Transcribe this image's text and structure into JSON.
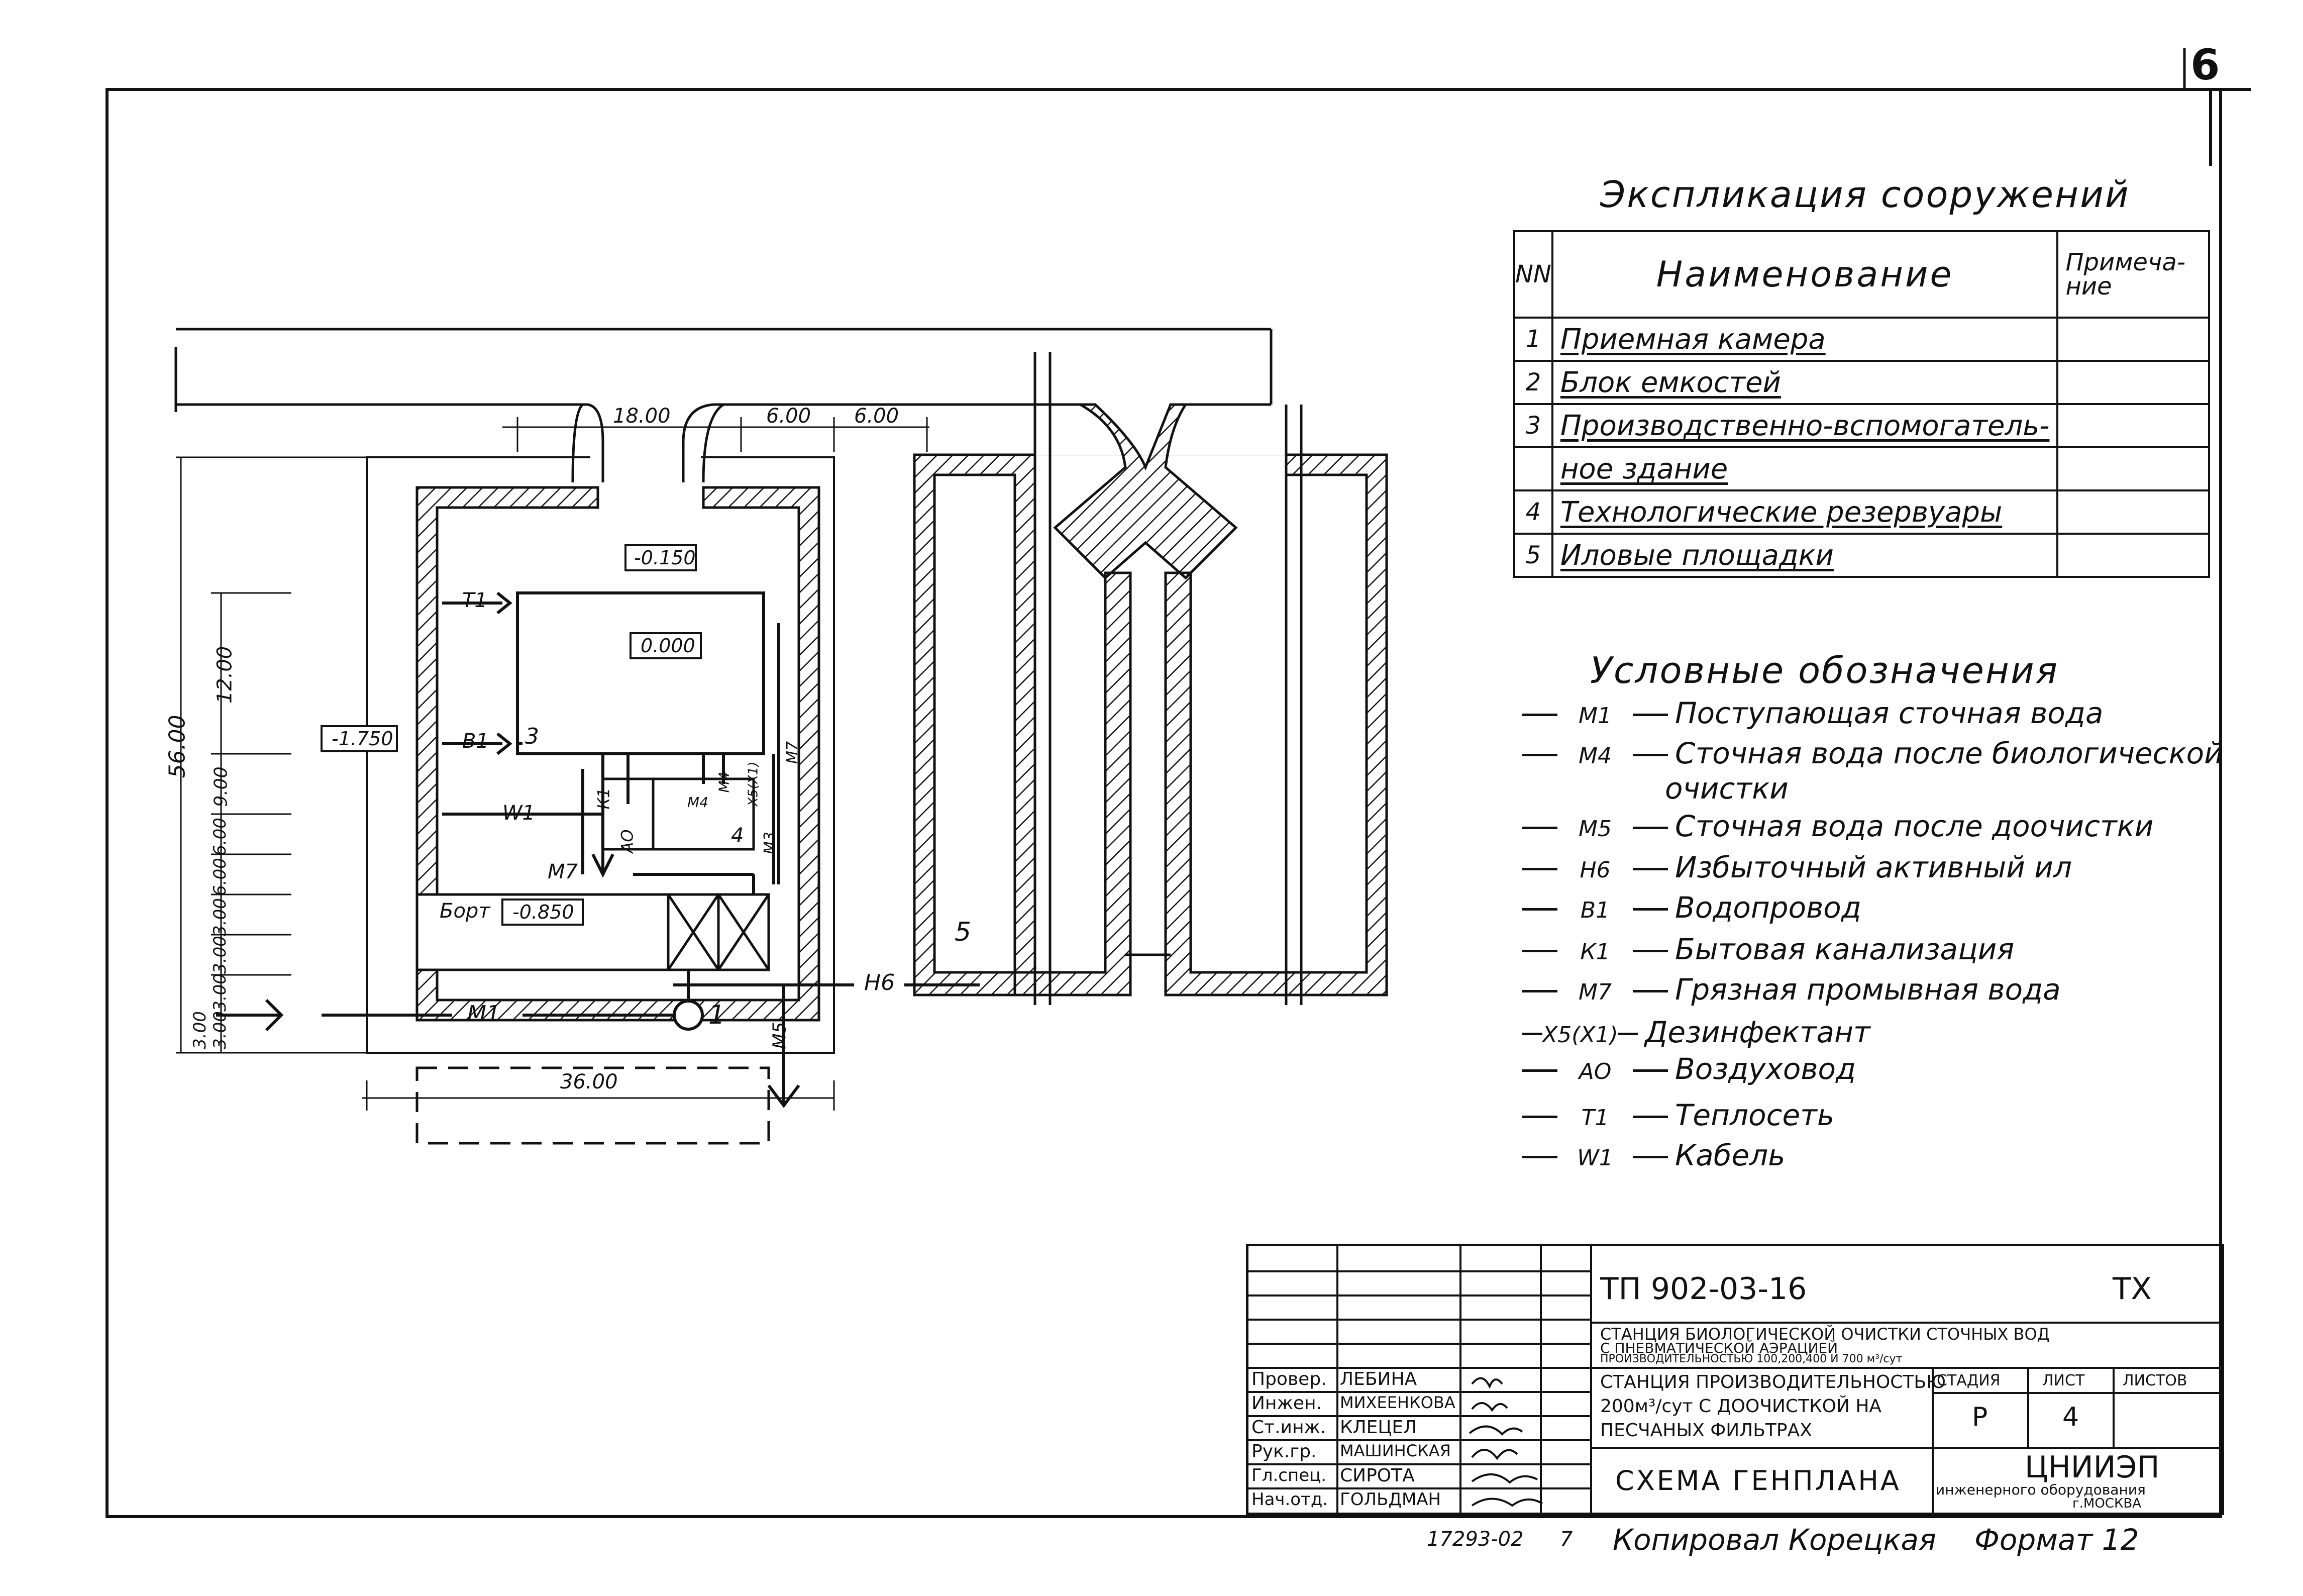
{
  "sheet": {
    "number": "6"
  },
  "explication": {
    "title": "Экспликация сооружений",
    "headers": {
      "nn": "NN",
      "name": "Наименование",
      "note": "Примеча-ние"
    },
    "rows": [
      {
        "nn": "1",
        "name": "Приемная камера"
      },
      {
        "nn": "2",
        "name": "Блок емкостей"
      },
      {
        "nn": "3",
        "name": "Производственно-вспомогатель-"
      },
      {
        "nn": "",
        "name": "ное здание"
      },
      {
        "nn": "4",
        "name": "Технологические резервуары"
      },
      {
        "nn": "5",
        "name": "Иловые площадки"
      }
    ]
  },
  "legend": {
    "title": "Условные обозначения",
    "items": [
      {
        "code": "М1",
        "text": "Поступающая сточная вода"
      },
      {
        "code": "М4",
        "text": "Сточная вода после биологической"
      },
      {
        "code": "",
        "text": "очистки"
      },
      {
        "code": "М5",
        "text": "Сточная вода после доочистки"
      },
      {
        "code": "Н6",
        "text": "Избыточный активный ил"
      },
      {
        "code": "В1",
        "text": "Водопровод"
      },
      {
        "code": "К1",
        "text": "Бытовая канализация"
      },
      {
        "code": "М7",
        "text": "Грязная промывная вода"
      },
      {
        "code": "Х5(Х1)",
        "text": "Дезинфектант"
      },
      {
        "code": "АО",
        "text": "Воздуховод"
      },
      {
        "code": "Т1",
        "text": "Теплосеть"
      },
      {
        "code": "W1",
        "text": "Кабель"
      }
    ]
  },
  "plan": {
    "dims": {
      "d1800": "18.00",
      "d600a": "6.00",
      "d600b": "6.00",
      "d5600": "56.00",
      "d1200": "12.00",
      "d900": "9.00",
      "d600v": "6.00",
      "d600v2": "6.00",
      "d300a": "3.00",
      "d300b": "3.00",
      "d300c": "3.00",
      "d300d": "3.00",
      "d300e": "3.00",
      "d3600": "36.00"
    },
    "elev": {
      "e1": "-0.150",
      "e2": "0.000",
      "e3": "-1.750",
      "e4": "-0.850"
    },
    "labels": {
      "bort": "Борт",
      "n1": "1",
      "n3": "3",
      "n4": "4",
      "n5": "5",
      "T1": "Т1",
      "B1": "В1",
      "W1": "W1",
      "M7": "М7",
      "M1": "М1",
      "M5": "М5",
      "H6": "Н6",
      "K1": "К1",
      "AO": "АО",
      "M4": "М4",
      "M4b": "М4",
      "X5": "Х5(Х1)",
      "M3": "М3",
      "M7b": "М7"
    }
  },
  "stamp": {
    "code": "ТП  902-03-16",
    "mark": "ТХ",
    "title1": "СТАНЦИЯ БИОЛОГИЧЕСКОЙ ОЧИСТКИ СТОЧНЫХ ВОД",
    "title2": "С ПНЕВМАТИЧЕСКОЙ АЭРАЦИЕЙ",
    "title3": "ПРОИЗВОДИТЕЛЬНОСТЬЮ 100,200,400 И 700 м³/сут",
    "desc1": "СТАНЦИЯ ПРОИЗВОДИТЕЛЬНОСТЬЮ",
    "desc2": "200м³/сут С ДООЧИСТКОЙ НА",
    "desc3": "ПЕСЧАНЫХ ФИЛЬТРАХ",
    "sheet_title": "СХЕМА ГЕНПЛАНА",
    "col_stage": "СТАДИЯ",
    "col_sheet": "ЛИСТ",
    "col_sheets": "ЛИСТОВ",
    "stage": "Р",
    "sheet": "4",
    "org1": "ЦНИИЭП",
    "org2": "инженерного оборудования",
    "org3": "г.МОСКВА",
    "people": [
      {
        "role": "Провер.",
        "name": "ЛЕБИНА"
      },
      {
        "role": "Инжен.",
        "name": "МИХЕЕНКОВА"
      },
      {
        "role": "Ст.инж.",
        "name": "КЛЕЦЕЛ"
      },
      {
        "role": "Рук.гр.",
        "name": "МАШИНСКАЯ"
      },
      {
        "role": "Гл.спец.",
        "name": "СИРОТА"
      },
      {
        "role": "Нач.отд.",
        "name": "ГОЛЬДМАН"
      }
    ]
  },
  "footer": {
    "inv": "17293-02",
    "inv2": "7",
    "copied": "Копировал Корецкая",
    "format": "Формат 12"
  }
}
